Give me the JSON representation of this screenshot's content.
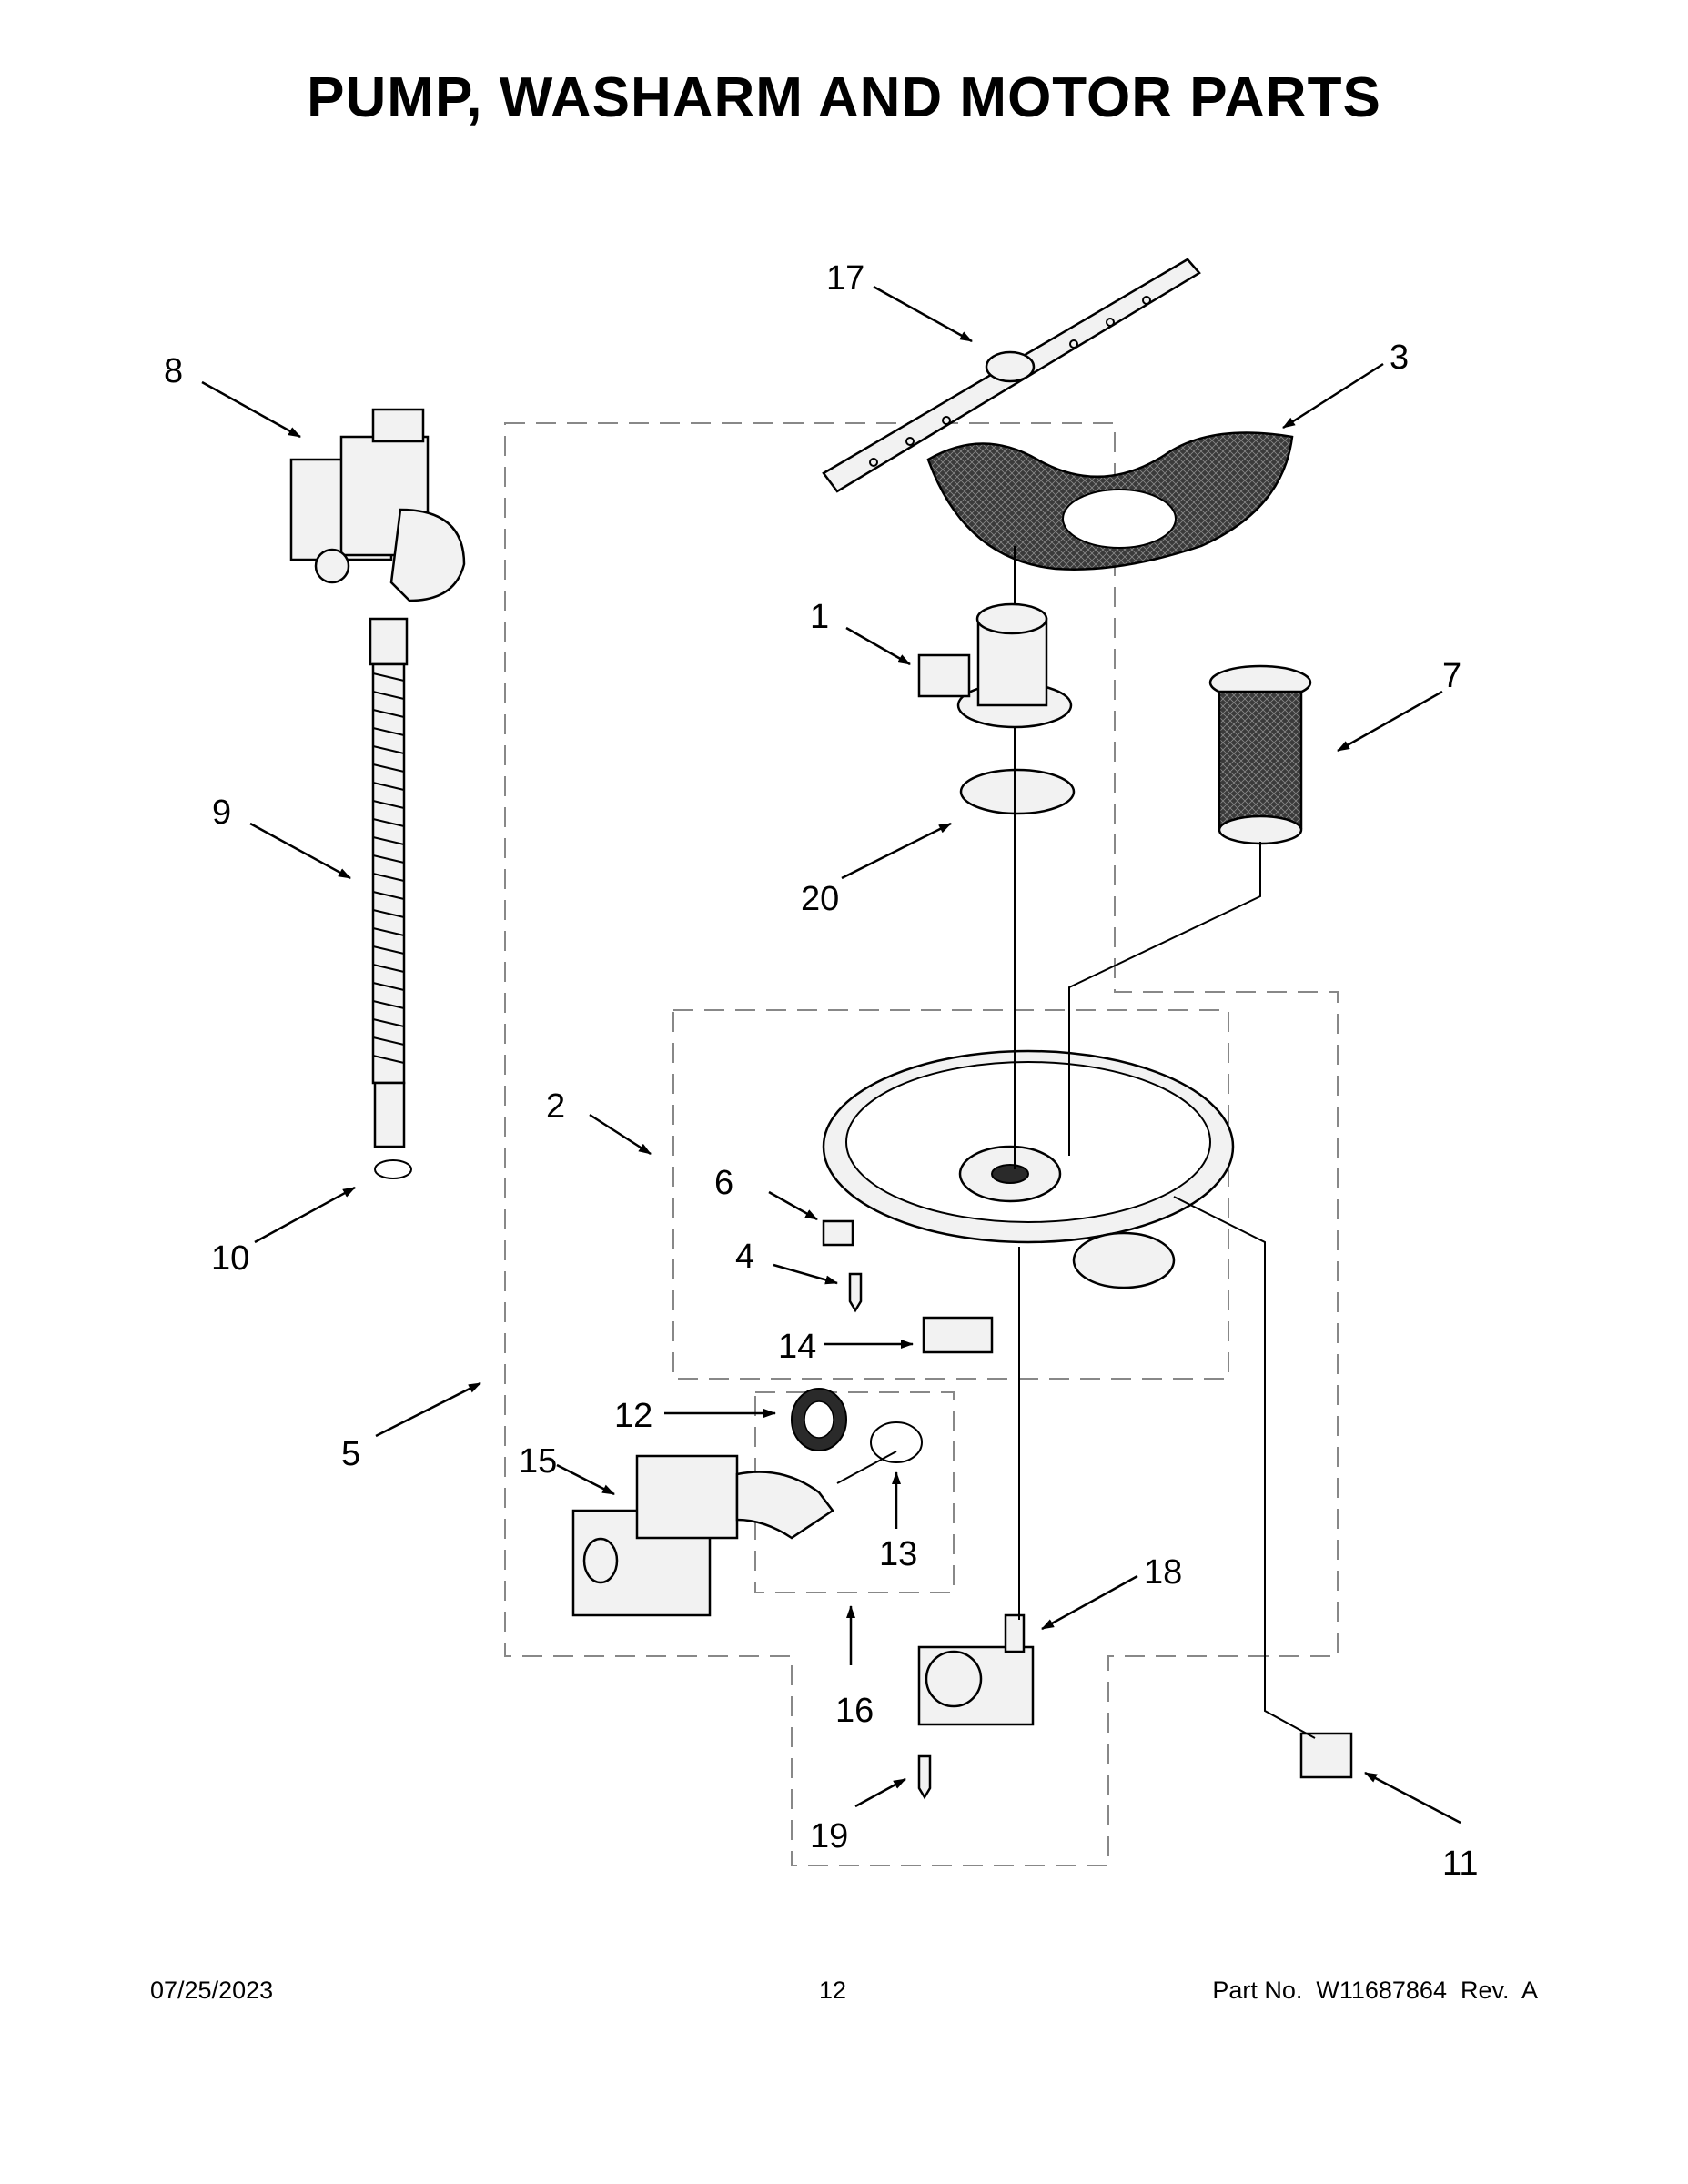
{
  "title": "PUMP, WASHARM AND MOTOR PARTS",
  "callouts": [
    "1",
    "2",
    "3",
    "4",
    "5",
    "6",
    "7",
    "8",
    "9",
    "10",
    "11",
    "12",
    "13",
    "14",
    "15",
    "16",
    "17",
    "18",
    "19",
    "20"
  ],
  "footer": {
    "date": "07/25/2023",
    "page": "12",
    "part_number": "Part No.  W11687864  Rev.  A"
  }
}
